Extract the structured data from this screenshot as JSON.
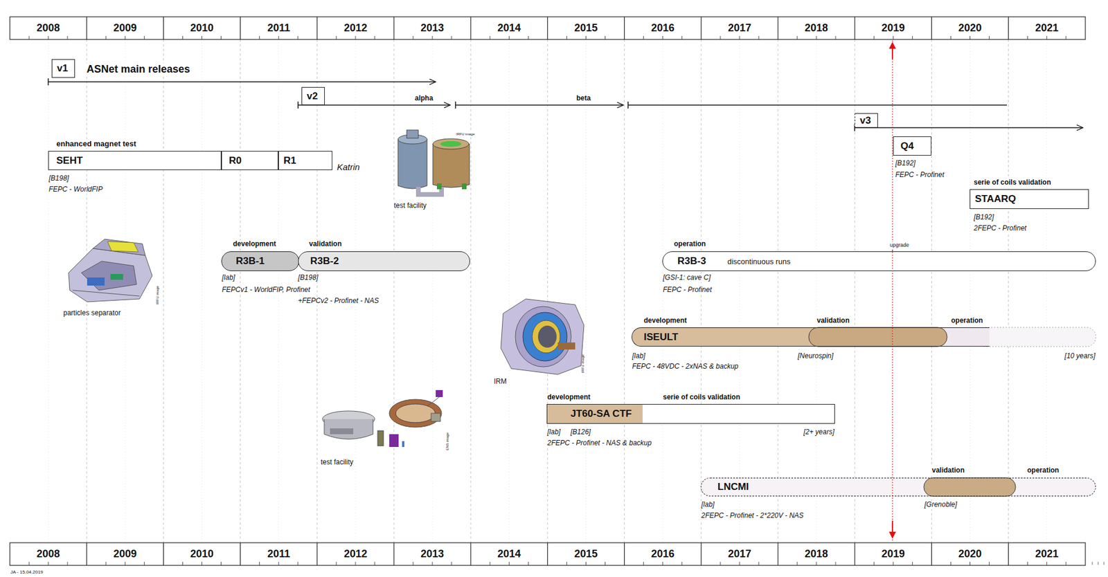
{
  "diagram": {
    "nodes": [
      {
        "text": [
          "v1"
        ]
      },
      {
        "text": [
          "v2"
        ]
      },
      {
        "text": [
          "v3"
        ]
      },
      {
        "text": [
          "Q4"
        ]
      },
      {
        "text": [
          "SEHT"
        ]
      },
      {
        "text": [
          "R0"
        ]
      },
      {
        "text": [
          "R1"
        ]
      },
      {
        "text": [
          "STAARQ"
        ]
      },
      {
        "text": [
          "R3B-1"
        ]
      },
      {
        "text": [
          "R3B-2"
        ]
      },
      {
        "text": [
          "R3B-3",
          "discontinuous runs"
        ]
      },
      {
        "text": [
          "ISEULT"
        ]
      },
      {
        "text": [
          "JT60-SA CTF"
        ]
      },
      {
        "text": [
          "LNCMI"
        ]
      }
    ],
    "labels": [
      "ASNet main releases",
      "alpha",
      "beta",
      "enhanced magnet test",
      "[B198]",
      "FEPC - WorldFIP",
      "Katrin",
      "test facility",
      "IRFU image",
      "[B192]",
      "FEPC - Profinet",
      "serie of coils validation",
      "[B192]",
      "2FEPC - Profinet",
      "particles separator",
      "IRFU image",
      "development",
      "validation",
      "[lab]",
      "FEPCv1 - WorldFIP, Profinet",
      "[B198]",
      "+FEPCv2 - Profinet - NAS",
      "operation",
      "upgrade",
      "[GSI-1: cave C]",
      "FEPC - Profinet",
      "IRM",
      "IRFU image",
      "development",
      "validation",
      "operation",
      "[lab]",
      "FEPC - 48VDC - 2xNAS & backup",
      "[Neurospin]",
      "[10 years]",
      "development",
      "serie of coils validation",
      "[lab]",
      "[B126]",
      "2FEPC - Profinet - NAS & backup",
      "[2+ years]",
      "test facility",
      "ENS image",
      "validation",
      "operation",
      "[lab]",
      "2FEPC - Profinet - 2*220V - NAS",
      "[Grenoble]",
      "JA - 15.04.2019",
      "2008",
      "2009",
      "2010",
      "2011",
      "2012",
      "2013",
      "2014",
      "2015",
      "2016",
      "2017",
      "2018",
      "2019",
      "2020",
      "2021",
      "2008",
      "2009",
      "2010",
      "2011",
      "2012",
      "2013",
      "2014",
      "2015",
      "2016",
      "2017",
      "2018",
      "2019",
      "2020",
      "2021"
    ]
  }
}
